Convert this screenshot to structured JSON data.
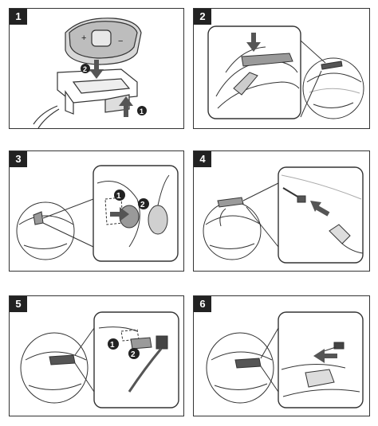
{
  "steps": [
    {
      "number": "1",
      "markers": [
        "1",
        "2"
      ]
    },
    {
      "number": "2",
      "markers": []
    },
    {
      "number": "3",
      "markers": [
        "1",
        "2"
      ]
    },
    {
      "number": "4",
      "markers": []
    },
    {
      "number": "5",
      "markers": [
        "1",
        "2"
      ]
    },
    {
      "number": "6",
      "markers": []
    }
  ],
  "device_buttons": {
    "plus": "+",
    "minus": "−"
  },
  "colors": {
    "line": "#333333",
    "step_badge_bg": "#222222",
    "step_badge_text": "#ffffff",
    "arrow_fill": "#555555",
    "shade": "#9a9a9a"
  }
}
